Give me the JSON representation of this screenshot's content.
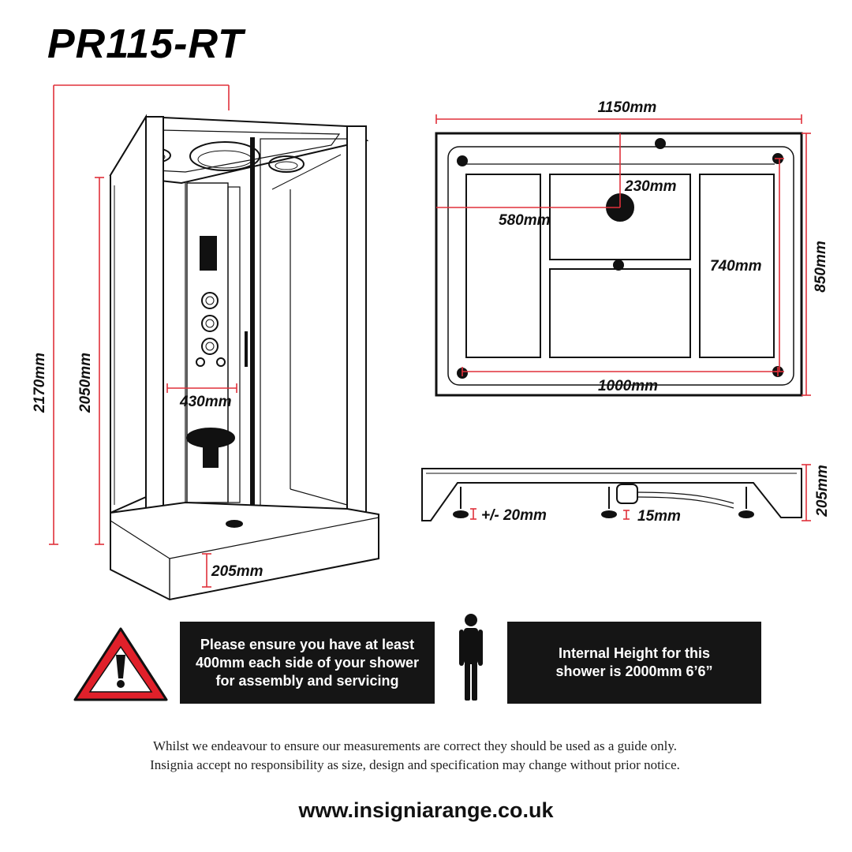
{
  "title": "PR115-RT",
  "dimensions": {
    "total_height": "2170mm",
    "cabin_height": "2050mm",
    "seat_width": "430mm",
    "tray_height_front": "205mm",
    "tray_width": "1150mm",
    "tray_depth": "850mm",
    "drain_offset_y": "230mm",
    "drain_offset_x": "580mm",
    "feet_depth": "740mm",
    "feet_width": "1000mm",
    "tray_height_side": "205mm",
    "foot_adjust": "+/- 20mm",
    "waste_clearance": "15mm"
  },
  "notices": {
    "clearance": "Please ensure you have at least 400mm each side of your shower for assembly and servicing",
    "internal_height": "Internal Height for this shower is 2000mm 6’6”"
  },
  "disclaimer": {
    "line1": "Whilst we endeavour to ensure our measurements are correct they should be used as a guide only.",
    "line2": "Insignia accept no responsibility as size, design and specification may change without prior notice."
  },
  "website": "www.insigniarange.co.uk",
  "colors": {
    "dimension_line": "#e0303a",
    "warning_red": "#e0202a",
    "panel_black": "#151515",
    "outline": "#111111"
  },
  "icons": [
    "warning-triangle-icon",
    "person-silhouette-icon"
  ]
}
